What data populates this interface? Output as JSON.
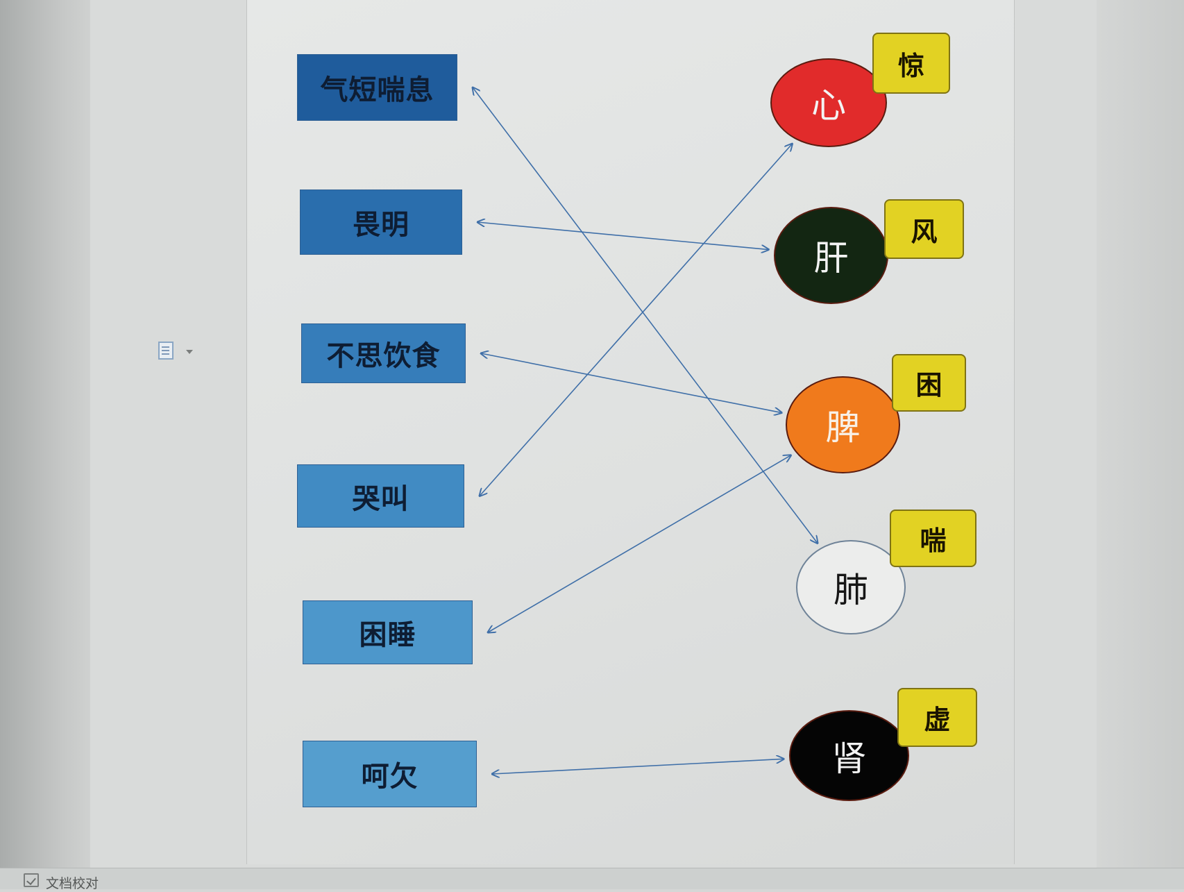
{
  "app": {
    "status_bar": {
      "label": "文档校对"
    },
    "paste_options": {
      "icon": "paste-options-icon",
      "dropdown_icon": "chevron-down-icon"
    }
  },
  "diagram": {
    "symptoms": [
      {
        "id": "qiduan",
        "label": "气短喘息",
        "color": "#1f5c9c"
      },
      {
        "id": "weiming",
        "label": "畏明",
        "color": "#2a6ead"
      },
      {
        "id": "busi",
        "label": "不思饮食",
        "color": "#367dba"
      },
      {
        "id": "kujiao",
        "label": "哭叫",
        "color": "#418bc3"
      },
      {
        "id": "kunshui",
        "label": "困睡",
        "color": "#4d97cb"
      },
      {
        "id": "heqian",
        "label": "呵欠",
        "color": "#559ece"
      }
    ],
    "organs": [
      {
        "id": "xin",
        "label": "心",
        "fill": "#e12b2b",
        "text_color": "#f3f3f3",
        "tag": "惊"
      },
      {
        "id": "gan",
        "label": "肝",
        "fill": "#132612",
        "text_color": "#f3f3f3",
        "tag": "风"
      },
      {
        "id": "pi",
        "label": "脾",
        "fill": "#f07a1c",
        "text_color": "#f8f0e6",
        "tag": "困"
      },
      {
        "id": "fei",
        "label": "肺",
        "fill": "#ecedec",
        "text_color": "#161616",
        "tag": "喘"
      },
      {
        "id": "shen",
        "label": "肾",
        "fill": "#050505",
        "text_color": "#f3f3f3",
        "tag": "虚"
      }
    ],
    "connections": [
      {
        "from": "qiduan",
        "to": "fei"
      },
      {
        "from": "weiming",
        "to": "gan"
      },
      {
        "from": "busi",
        "to": "pi"
      },
      {
        "from": "kujiao",
        "to": "xin"
      },
      {
        "from": "kunshui",
        "to": "pi"
      },
      {
        "from": "heqian",
        "to": "shen"
      }
    ],
    "arrow_color": "#3f6fa8",
    "tag_color": "#e2d223"
  }
}
